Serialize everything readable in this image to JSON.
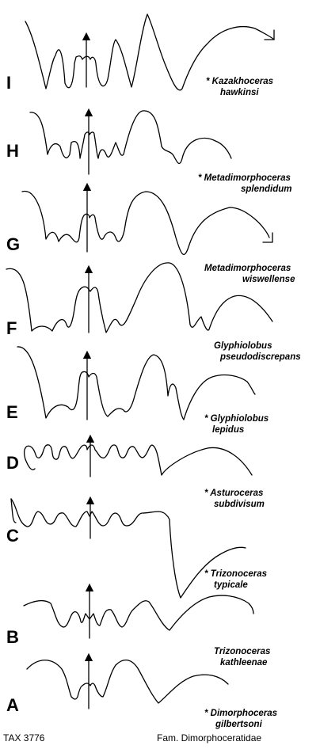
{
  "rows": [
    {
      "letter": "I",
      "species_line1": "* Kazakhoceras",
      "species_line2": "hawkinsi"
    },
    {
      "letter": "H",
      "species_line1": "* Metadimorphoceras",
      "species_line2": "splendidum"
    },
    {
      "letter": "G",
      "species_line1": "Metadimorphoceras",
      "species_line2": "wiswellense"
    },
    {
      "letter": "F",
      "species_line1": "Glyphiolobus",
      "species_line2": "pseudodiscrepans"
    },
    {
      "letter": "E",
      "species_line1": "* Glyphiolobus",
      "species_line2": "lepidus"
    },
    {
      "letter": "D",
      "species_line1": "* Asturoceras",
      "species_line2": "subdivisum"
    },
    {
      "letter": "C",
      "species_line1": "* Trizonoceras",
      "species_line2": "typicale"
    },
    {
      "letter": "B",
      "species_line1": "Trizonoceras",
      "species_line2": "kathleenae"
    },
    {
      "letter": "A",
      "species_line1": "* Dimorphoceras",
      "species_line2": "gilbertsoni"
    }
  ],
  "footer": {
    "tax_id": "TAX 3776",
    "family": "Fam. Dimorphoceratidae"
  },
  "colors": {
    "ink": "#000000",
    "background": "#ffffff"
  }
}
